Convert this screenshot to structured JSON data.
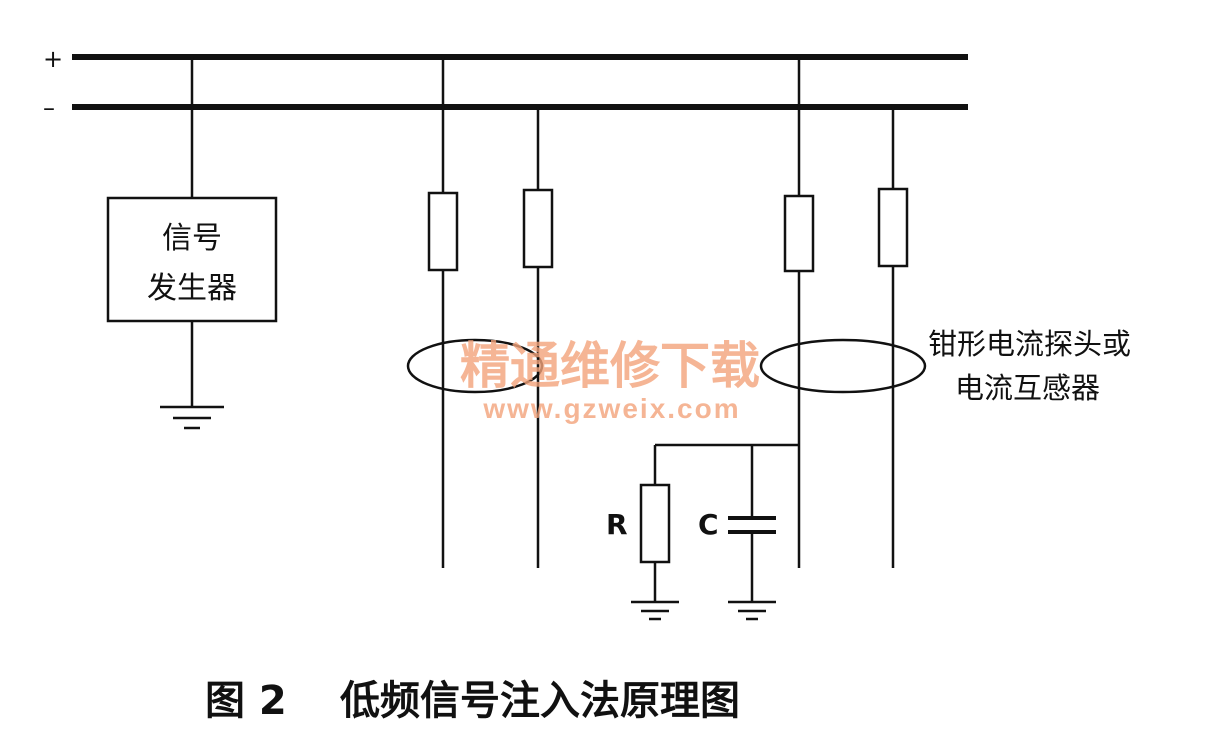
{
  "rails": {
    "positive": "+",
    "negative": "–"
  },
  "signal_generator": {
    "line1": "信号",
    "line2": "发生器"
  },
  "probe_label": {
    "line1": "钳形电流探头或",
    "line2": "电流互感器"
  },
  "components": {
    "resistor": "R",
    "capacitor": "C"
  },
  "watermark": {
    "title": "精通维修下载",
    "url": "www.gzweix.com",
    "color": "#f2a37a"
  },
  "caption": {
    "figure": "图 2",
    "title": "低频信号注入法原理图"
  }
}
